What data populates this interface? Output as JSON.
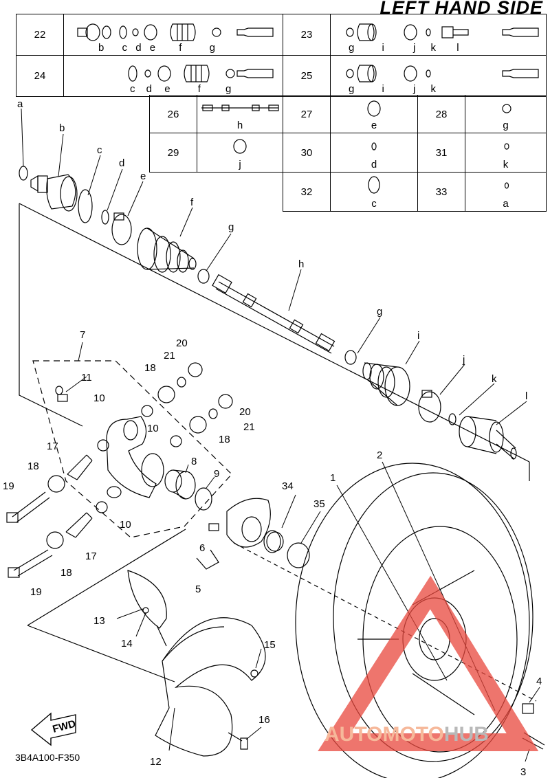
{
  "title": "LEFT HAND SIDE",
  "kits": [
    {
      "num": "22",
      "letters": [
        "b",
        "c",
        "d",
        "e",
        "f",
        "g"
      ]
    },
    {
      "num": "23",
      "letters": [
        "g",
        "i",
        "j",
        "k",
        "l"
      ]
    },
    {
      "num": "24",
      "letters": [
        "c",
        "d",
        "e",
        "f",
        "g"
      ]
    },
    {
      "num": "25",
      "letters": [
        "g",
        "i",
        "j",
        "k"
      ]
    },
    {
      "num": "26",
      "letters": [
        "h"
      ]
    },
    {
      "num": "27",
      "letters": [
        "e"
      ]
    },
    {
      "num": "28",
      "letters": [
        "g"
      ]
    },
    {
      "num": "29",
      "letters": [
        "j"
      ]
    },
    {
      "num": "30",
      "letters": [
        "d"
      ]
    },
    {
      "num": "31",
      "letters": [
        "k"
      ]
    },
    {
      "num": "32",
      "letters": [
        "c"
      ]
    },
    {
      "num": "33",
      "letters": [
        "a"
      ]
    }
  ],
  "part_letters": [
    "a",
    "b",
    "c",
    "d",
    "e",
    "f",
    "g",
    "h",
    "g",
    "i",
    "j",
    "k",
    "l"
  ],
  "part_numbers": [
    "1",
    "2",
    "3",
    "4",
    "5",
    "6",
    "7",
    "8",
    "9",
    "10",
    "10",
    "10",
    "10",
    "11",
    "12",
    "13",
    "14",
    "15",
    "16",
    "17",
    "17",
    "18",
    "18",
    "18",
    "18",
    "19",
    "19",
    "20",
    "20",
    "21",
    "21",
    "34",
    "35"
  ],
  "diagram_code": "3B4A100-F350",
  "fwd_label": "FWD",
  "watermark": {
    "part1": "AUTOMOTO",
    "part2": "HUB",
    "color_primary": "#e8473c",
    "color_secondary": "#b9b9b9"
  }
}
